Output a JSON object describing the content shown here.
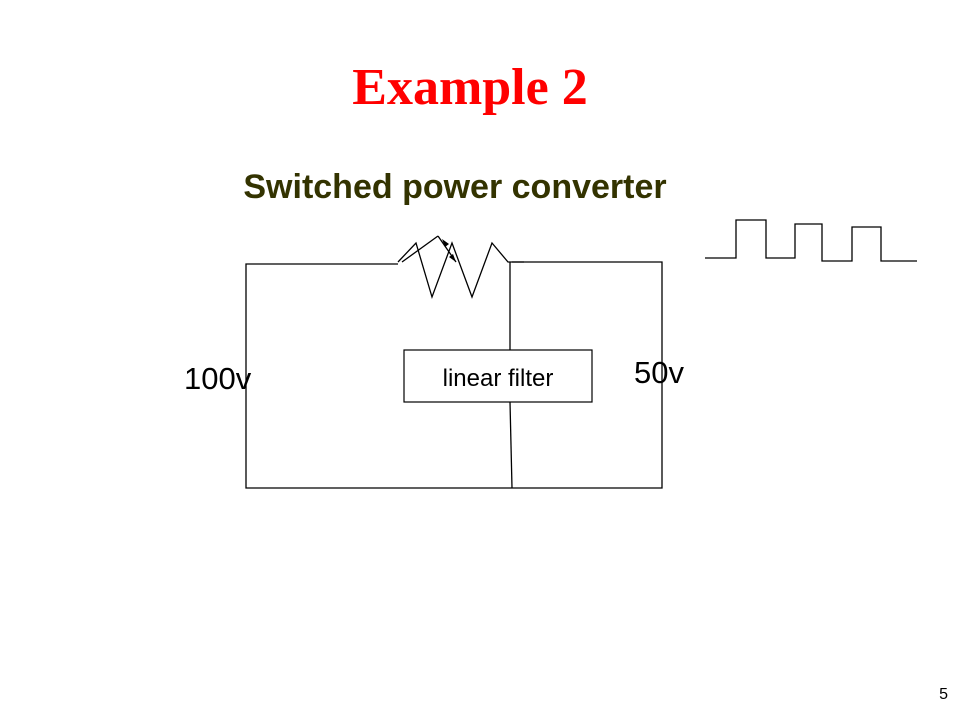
{
  "slide": {
    "title": "Example 2",
    "subtitle": "Switched power converter",
    "page_number": "5"
  },
  "circuit": {
    "source_voltage_label": "100v",
    "output_voltage_label": "50v",
    "filter_label": "linear filter"
  },
  "colors": {
    "title": "#ff0000",
    "subtitle": "#333300",
    "lines": "#000000"
  }
}
